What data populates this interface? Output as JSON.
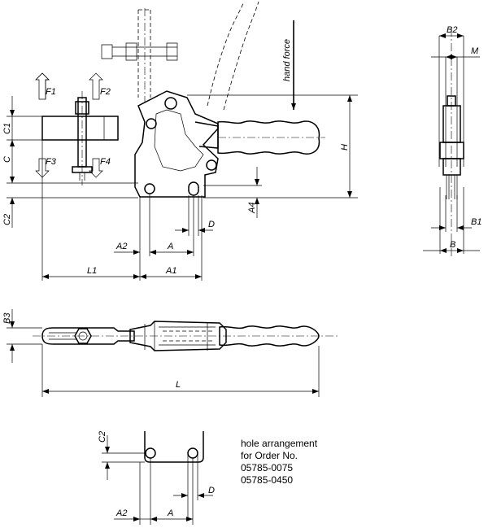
{
  "labels": {
    "F1": "F1",
    "F2": "F2",
    "F3": "F3",
    "F4": "F4",
    "C1": "C1",
    "C": "C",
    "C2": "C2",
    "H": "H",
    "A4": "A4",
    "D": "D",
    "A2": "A2",
    "A": "A",
    "L1": "L1",
    "A1": "A1",
    "B2": "B2",
    "M": "M",
    "B1": "B1",
    "B": "B",
    "B3": "B3",
    "L": "L",
    "hand_force": "hand force"
  },
  "hole_note": {
    "line1": "hole arrangement",
    "line2": "for Order No.",
    "line3": "05785-0075",
    "line4": "05785-0450"
  }
}
